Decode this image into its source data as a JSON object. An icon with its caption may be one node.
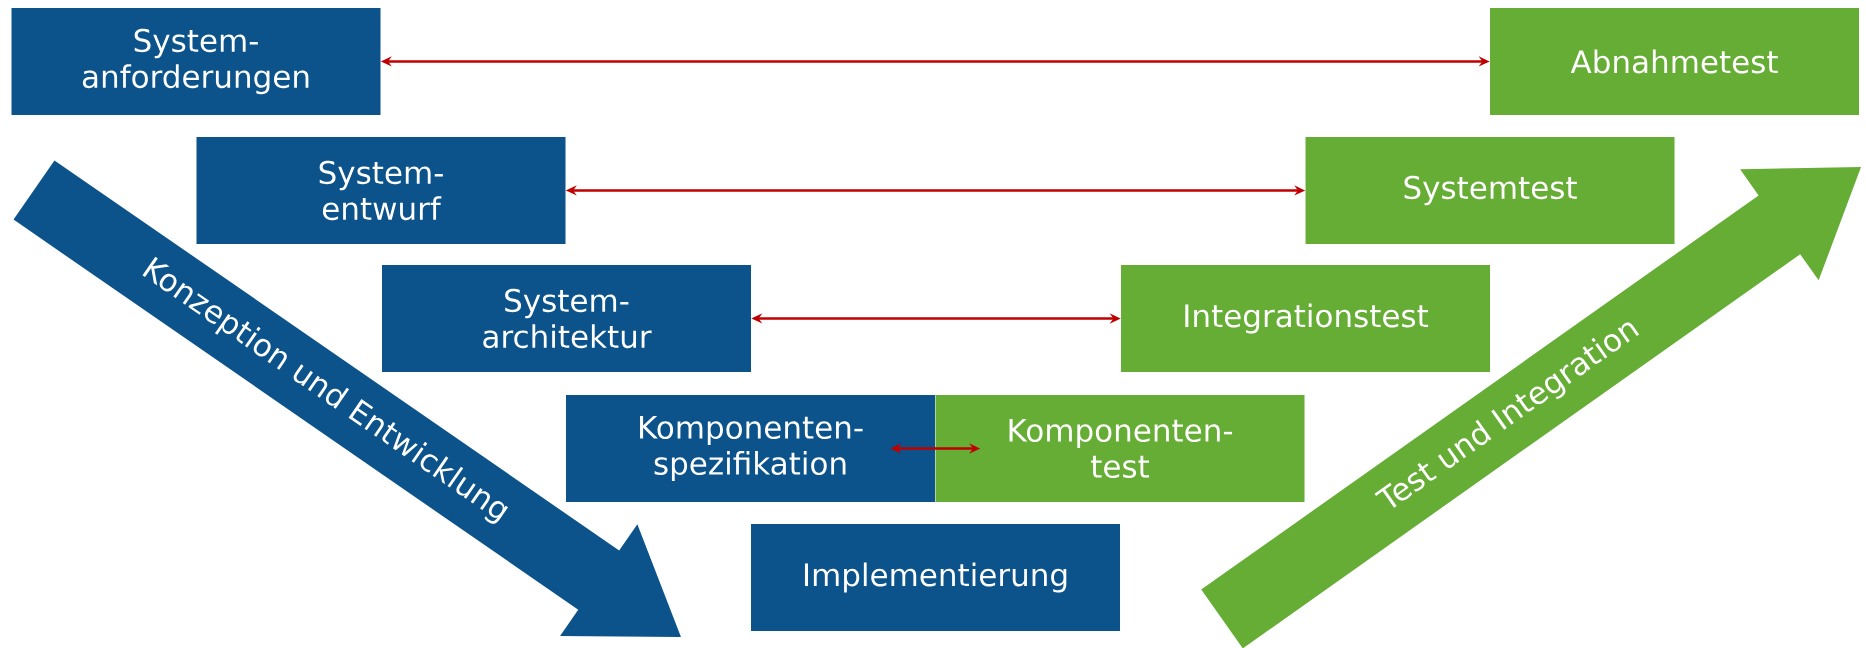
{
  "diagram": {
    "nodes": [
      {
        "text": [
          "System- anforderungen"
        ]
      },
      {
        "text": [
          "Abnahmetest"
        ]
      },
      {
        "text": [
          "System- entwurf"
        ]
      },
      {
        "text": [
          "Systemtest"
        ]
      },
      {
        "text": [
          "System- architektur"
        ]
      },
      {
        "text": [
          "Integrationstest"
        ]
      },
      {
        "text": [
          "Komponenten- spezifikation"
        ]
      },
      {
        "text": [
          "Komponenten- test"
        ]
      },
      {
        "text": [
          "Implementierung"
        ]
      },
      {
        "text": [
          "Konzeption und Entwicklung"
        ]
      },
      {
        "text": [
          "Test und Integration"
        ]
      }
    ],
    "edges": [
      {
        "from": 0,
        "to": 1,
        "arrow": "both"
      },
      {
        "from": 2,
        "to": 3,
        "arrow": "both"
      },
      {
        "from": 4,
        "to": 5,
        "arrow": "both"
      },
      {
        "from": 6,
        "to": 7,
        "arrow": "both"
      }
    ]
  }
}
